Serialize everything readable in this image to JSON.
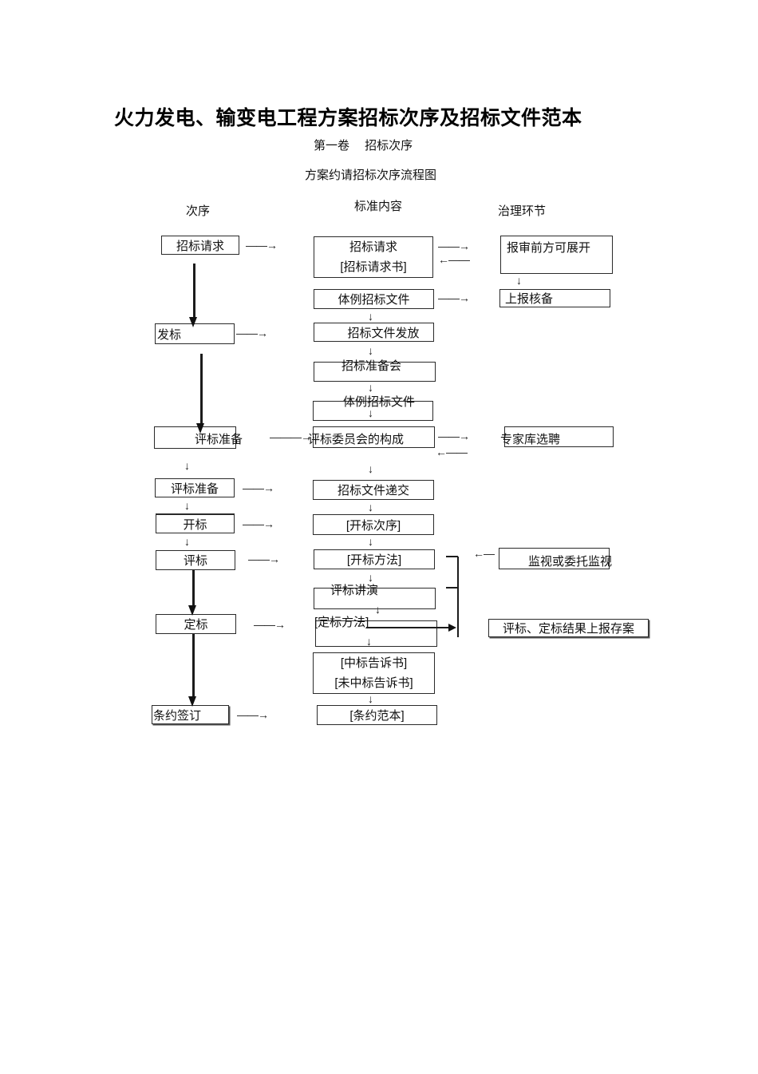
{
  "page": {
    "title": "火力发电、输变电工程方案招标次序及招标文件范本",
    "volume_heading": "第一卷　 招标次序",
    "diagram_title": "方案约请招标次序流程图"
  },
  "column_headers": {
    "sequence": "次序",
    "standard_content": "标准内容",
    "management": "治理环节"
  },
  "seq": {
    "bid_request": "招标请求",
    "issue_bid": "发标",
    "eval_prep_1": "评标准备",
    "eval_prep_2": "评标准备",
    "open_bid": "开标",
    "evaluate_bid": "评标",
    "award_bid": "定标",
    "contract_sign": "条约签订"
  },
  "content": {
    "bid_request_line1": "招标请求",
    "bid_request_line2": "[招标请求书]",
    "format_bid_doc_1": "体例招标文件",
    "bid_doc_issue": "招标文件发放",
    "bid_prep_meeting": "招标准备会",
    "format_bid_doc_2": "体例招标文件",
    "eval_committee": "评标委员会的构成",
    "bid_doc_submit": "招标文件递交",
    "open_bid_sequence": "[开标次序]",
    "open_bid_method": "[开标方法]",
    "eval_presentation": "评标讲演",
    "award_method": "[定标方法]",
    "win_notice_line1": "[中标告诉书]",
    "win_notice_line2": "[未中标告诉书]",
    "contract_template": "[条约范本]"
  },
  "mgmt": {
    "report_before_start": "报审前方可展开",
    "report_for_record": "上报核备",
    "expert_pool": "专家库选聘",
    "supervision": "监视或委托监视",
    "results_filing": "评标、定标结果上报存案"
  },
  "glyphs": {
    "dash_right": "——→",
    "dash_right_long": "———→",
    "dash_left": "←——",
    "dash_left_short": "←—",
    "down": "↓"
  }
}
